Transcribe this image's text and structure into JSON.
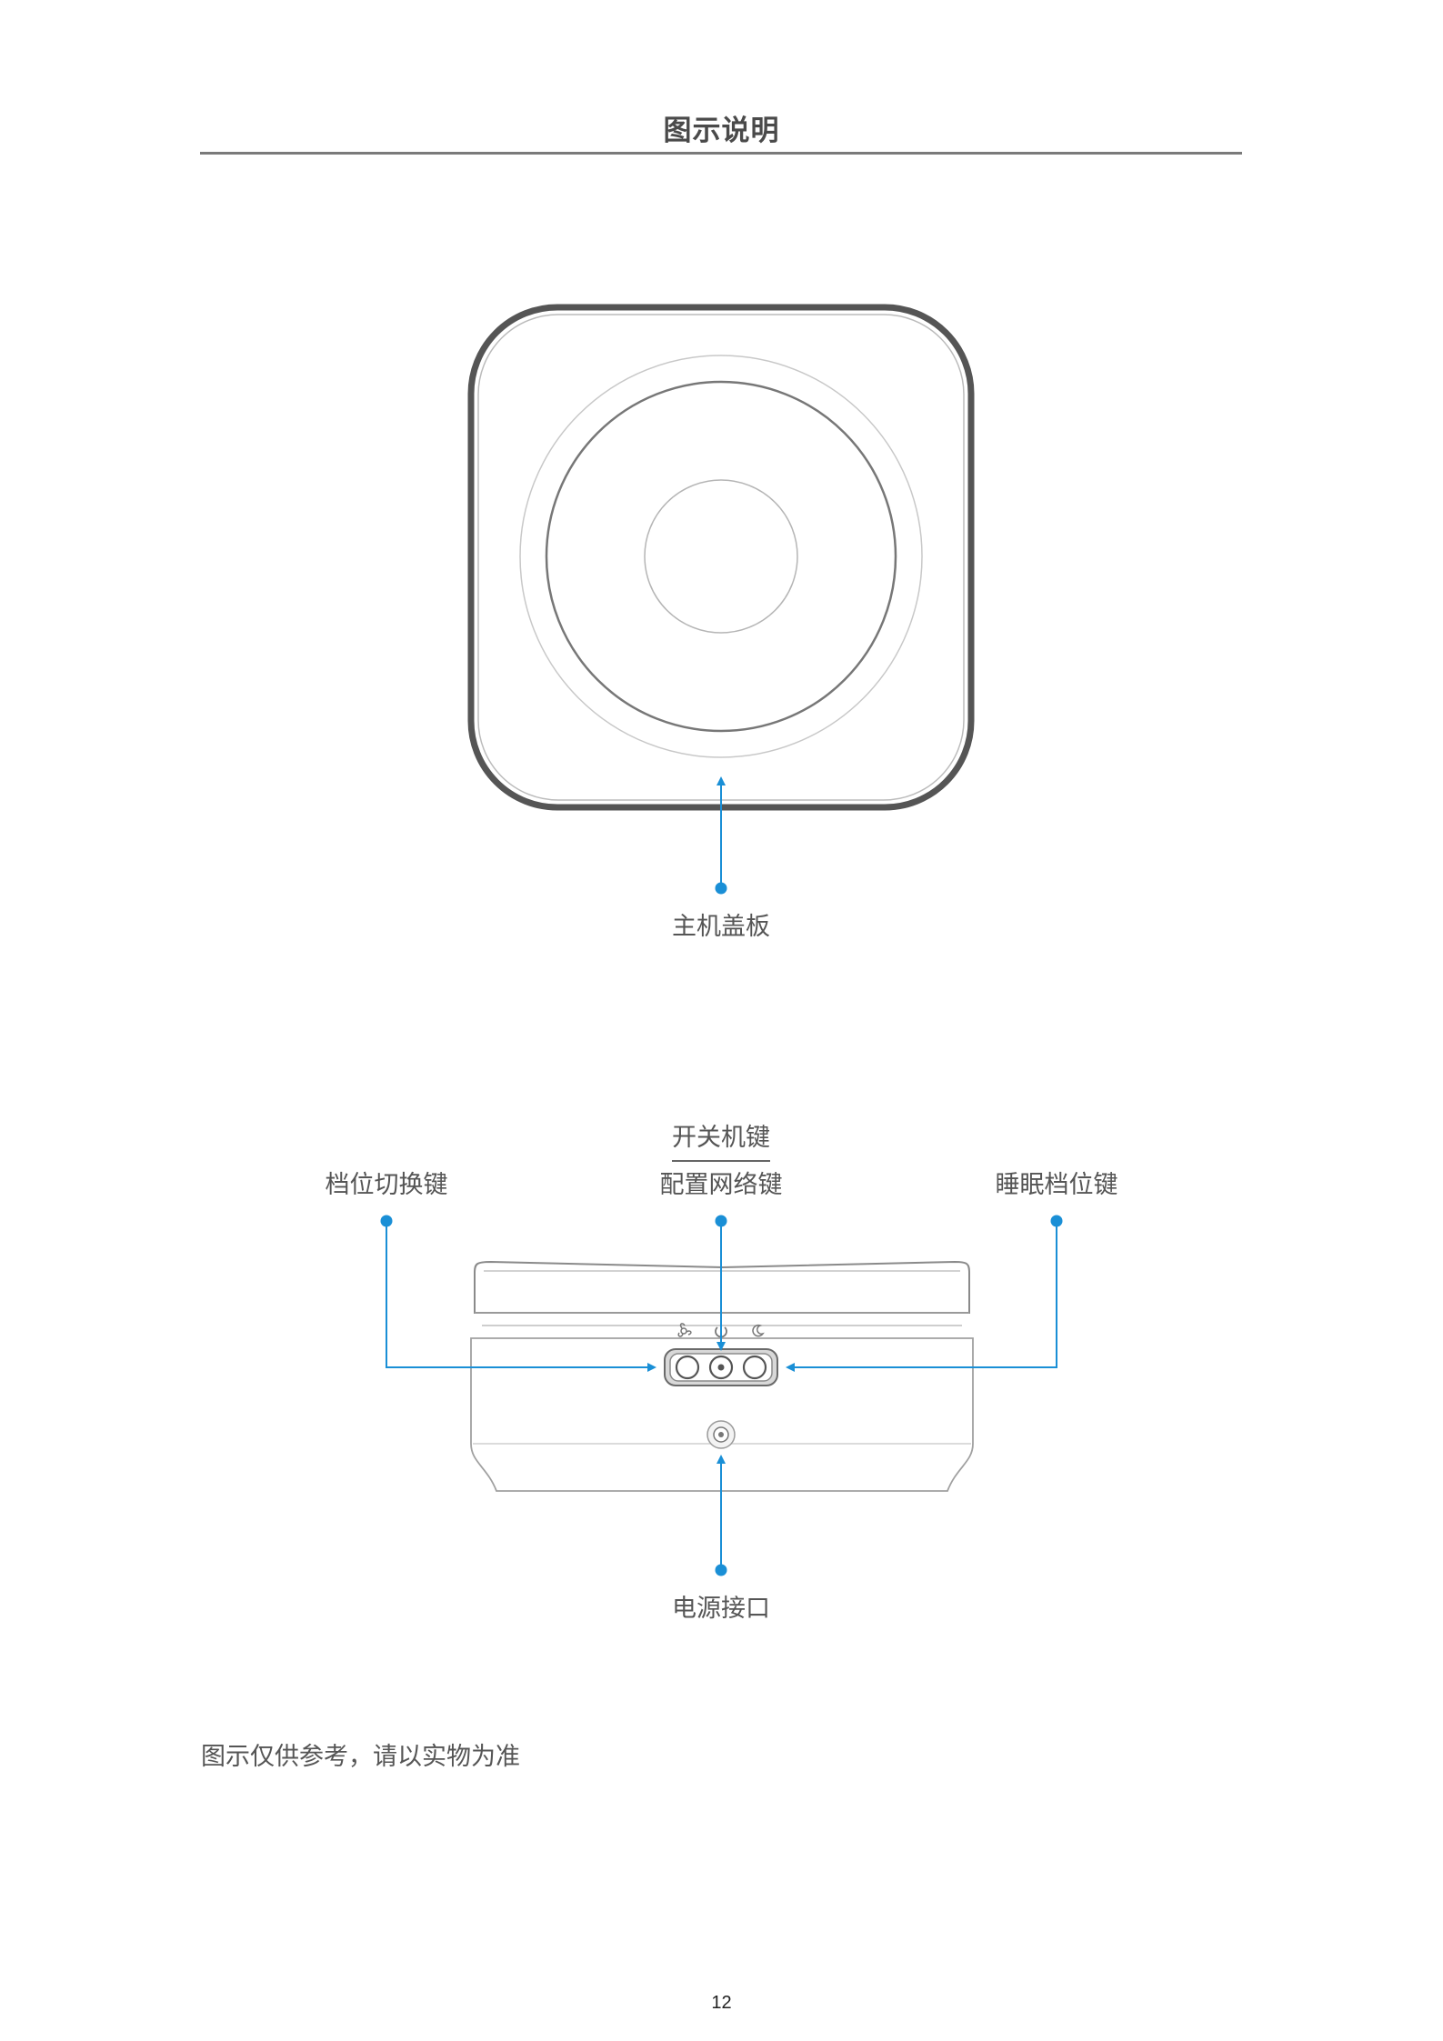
{
  "page": {
    "title": "图示说明",
    "note": "图示仅供参考，请以实物为准",
    "page_number": "12"
  },
  "figure_top": {
    "labels": {
      "cover": "主机盖板"
    }
  },
  "figure_side": {
    "labels": {
      "power_key": "开关机键",
      "network_key": "配置网络键",
      "gear_key": "档位切换键",
      "sleep_key": "睡眠档位键",
      "power_port": "电源接口"
    },
    "button_icons": [
      "fan-icon",
      "power-icon",
      "moon-icon"
    ]
  },
  "colors": {
    "callout": "#1a8fd6",
    "outline": "#666666",
    "text": "#555555"
  }
}
